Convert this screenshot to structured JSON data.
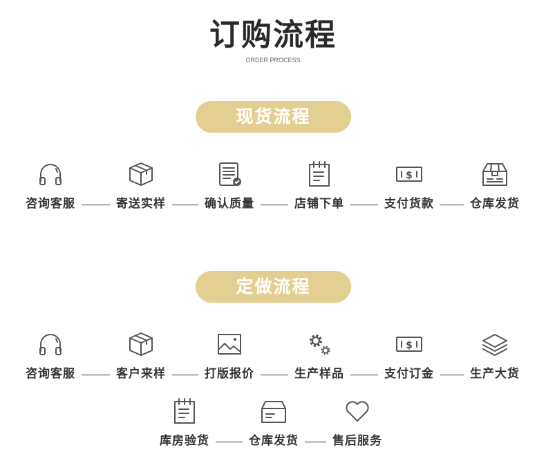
{
  "header": {
    "title": "订购流程",
    "subtitle": "ORDER PROCESS"
  },
  "colors": {
    "pill": "#e4cf93",
    "icon": "#555555",
    "text": "#333333"
  },
  "sections": [
    {
      "title": "现货流程",
      "steps": [
        {
          "label": "咨询客服",
          "icon": "headset-icon"
        },
        {
          "label": "寄送实样",
          "icon": "box-icon"
        },
        {
          "label": "确认质量",
          "icon": "checklist-icon"
        },
        {
          "label": "店铺下单",
          "icon": "notepad-icon"
        },
        {
          "label": "支付货款",
          "icon": "money-icon"
        },
        {
          "label": "仓库发货",
          "icon": "warehouse-box-icon"
        }
      ]
    },
    {
      "title": "定做流程",
      "steps": [
        {
          "label": "咨询客服",
          "icon": "headset-icon"
        },
        {
          "label": "客户来样",
          "icon": "box-icon"
        },
        {
          "label": "打版报价",
          "icon": "image-icon"
        },
        {
          "label": "生产样品",
          "icon": "gears-icon"
        },
        {
          "label": "支付订金",
          "icon": "money-icon"
        },
        {
          "label": "生产大货",
          "icon": "layers-icon"
        },
        {
          "label": "库房验货",
          "icon": "notepad-icon"
        },
        {
          "label": "仓库发货",
          "icon": "card-box-icon"
        },
        {
          "label": "售后服务",
          "icon": "heart-icon"
        }
      ]
    }
  ]
}
